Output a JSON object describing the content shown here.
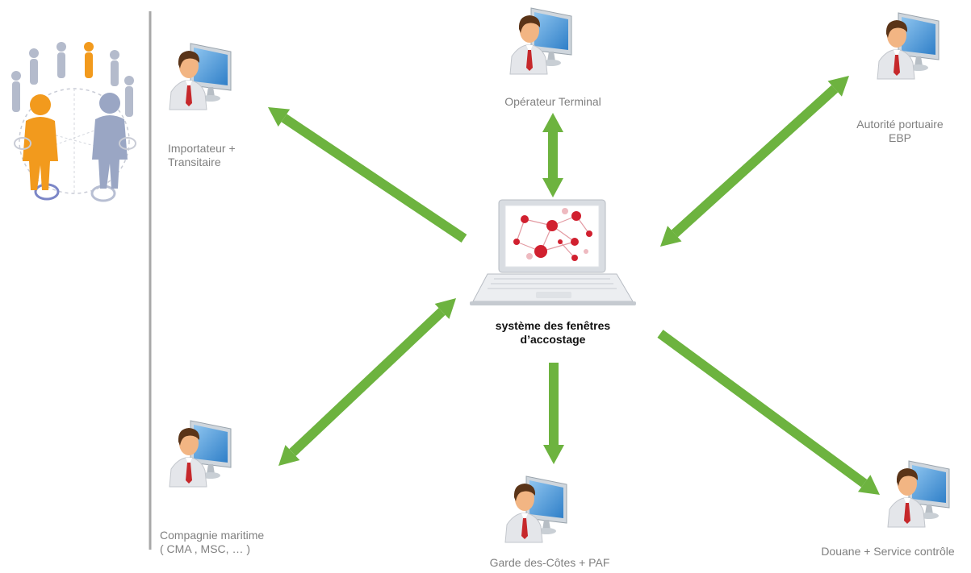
{
  "colors": {
    "arrow": "#6db33f",
    "divider": "#a8a8a8",
    "label_text": "#808080",
    "center_text": "#111111",
    "monitor_screen": "#3d8fd6",
    "skin": "#f2b583",
    "hair": "#5a3418",
    "tie": "#c6282b",
    "network_accent": "#d1202f",
    "orange_person": "#f29a1d",
    "grey_person": "#9aa6c4"
  },
  "icons": {
    "stakeholder": "user-at-computer-icon",
    "system": "laptop-network-icon",
    "group": "people-network-icon"
  },
  "center": {
    "title_line1": "système des fenêtres",
    "title_line2": "d’accostage"
  },
  "nodes": [
    {
      "id": "importateur",
      "line1": "Importateur +",
      "line2": "Transitaire"
    },
    {
      "id": "operateur",
      "line1": "Opérateur Terminal",
      "line2": ""
    },
    {
      "id": "autorite",
      "line1": "Autorité portuaire",
      "line2": "EBP"
    },
    {
      "id": "compagnie",
      "line1": "Compagnie maritime",
      "line2": "( CMA , MSC, … )"
    },
    {
      "id": "garde",
      "line1": "Garde des-Côtes + PAF",
      "line2": ""
    },
    {
      "id": "douane",
      "line1": "Douane + Service contrôle",
      "line2": ""
    }
  ],
  "arrows": [
    {
      "id": "to-importateur",
      "direction": "one-way-outward"
    },
    {
      "id": "operateur",
      "direction": "two-way"
    },
    {
      "id": "autorite",
      "direction": "two-way"
    },
    {
      "id": "compagnie",
      "direction": "two-way"
    },
    {
      "id": "to-garde",
      "direction": "one-way-outward"
    },
    {
      "id": "to-douane",
      "direction": "one-way-outward"
    }
  ]
}
